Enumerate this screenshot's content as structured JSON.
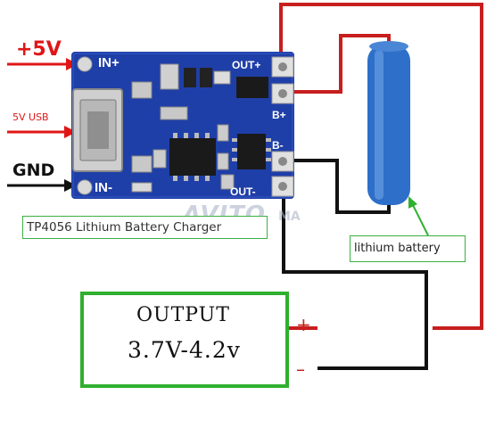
{
  "labels": {
    "plus5v": "+5V",
    "usb5v": "5V USB",
    "gnd": "GND",
    "in_plus": "IN+",
    "in_minus": "IN-",
    "out_plus": "OUT+",
    "b_plus": "B+",
    "b_minus": "B-",
    "out_minus": "OUT-",
    "caption": "TP4056 Lithium Battery Charger",
    "battery": "lithium battery",
    "output_title": "OUTPUT",
    "output_range": "3.7V-4.2v",
    "plus": "+",
    "minus": "–",
    "watermark": "AVITO",
    "watermark_sub": "MA"
  },
  "colors": {
    "board": "#1f3fa8",
    "wire_red": "#c81e1e",
    "wire_black": "#111111",
    "arrow_red": "#e01616",
    "green": "#2fb02f",
    "battery": "#2e6fc9"
  }
}
